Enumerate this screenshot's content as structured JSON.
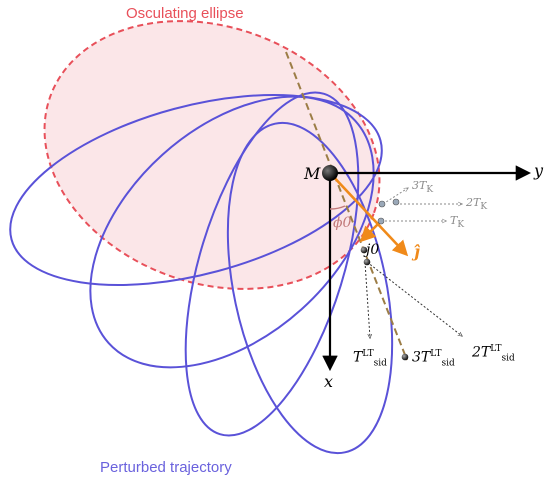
{
  "labels": {
    "osculating_ellipse": "Osculating ellipse",
    "perturbed_trajectory": "Perturbed trajectory",
    "mass": "M",
    "axis_x": "x",
    "axis_y": "y",
    "phi0": "ϕ0",
    "j0": "j0",
    "j_hat": "ĵ",
    "tk1": "T",
    "tk1_sub": "K",
    "tk2": "2T",
    "tk2_sub": "K",
    "tk3": "3T",
    "tk3_sub": "K",
    "tsid1": "T",
    "tsid1_sup": "LT",
    "tsid1_sub": "sid",
    "tsid2": "2T",
    "tsid2_sup": "LT",
    "tsid2_sub": "sid",
    "tsid3": "3T",
    "tsid3_sup": "LT",
    "tsid3_sub": "sid"
  },
  "colors": {
    "ellipse_dash": "#e8505a",
    "ellipse_fill": "#fbe6e8",
    "trajectory": "#5a52d8",
    "trajectory_label": "#6a62dd",
    "ellipse_label": "#e8505a",
    "axis": "#000000",
    "orange_vector": "#f08a1a",
    "apsidal_dash": "#9c7d46",
    "phi_color": "#c27a7a",
    "kepler_gray": "#8a8a8a"
  }
}
